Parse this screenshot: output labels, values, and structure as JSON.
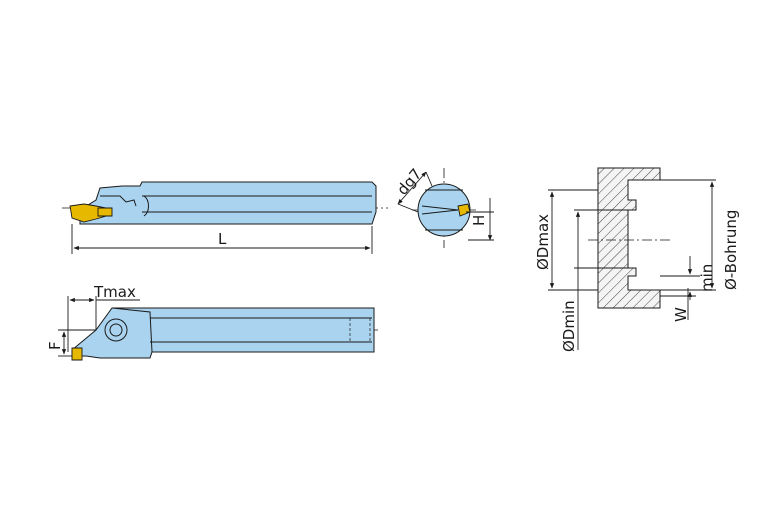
{
  "labels": {
    "L": "L",
    "tmax": "Tmax",
    "F": "F",
    "dg7": "dg7",
    "H": "H",
    "dmax": "ØDmax",
    "dmin": "ØDmin",
    "bore": "Ø-Bohrung",
    "min": "min",
    "W": "W"
  },
  "colors": {
    "holder": "#a9d3ee",
    "insert": "#e6b800",
    "line": "#1a1a1a"
  }
}
